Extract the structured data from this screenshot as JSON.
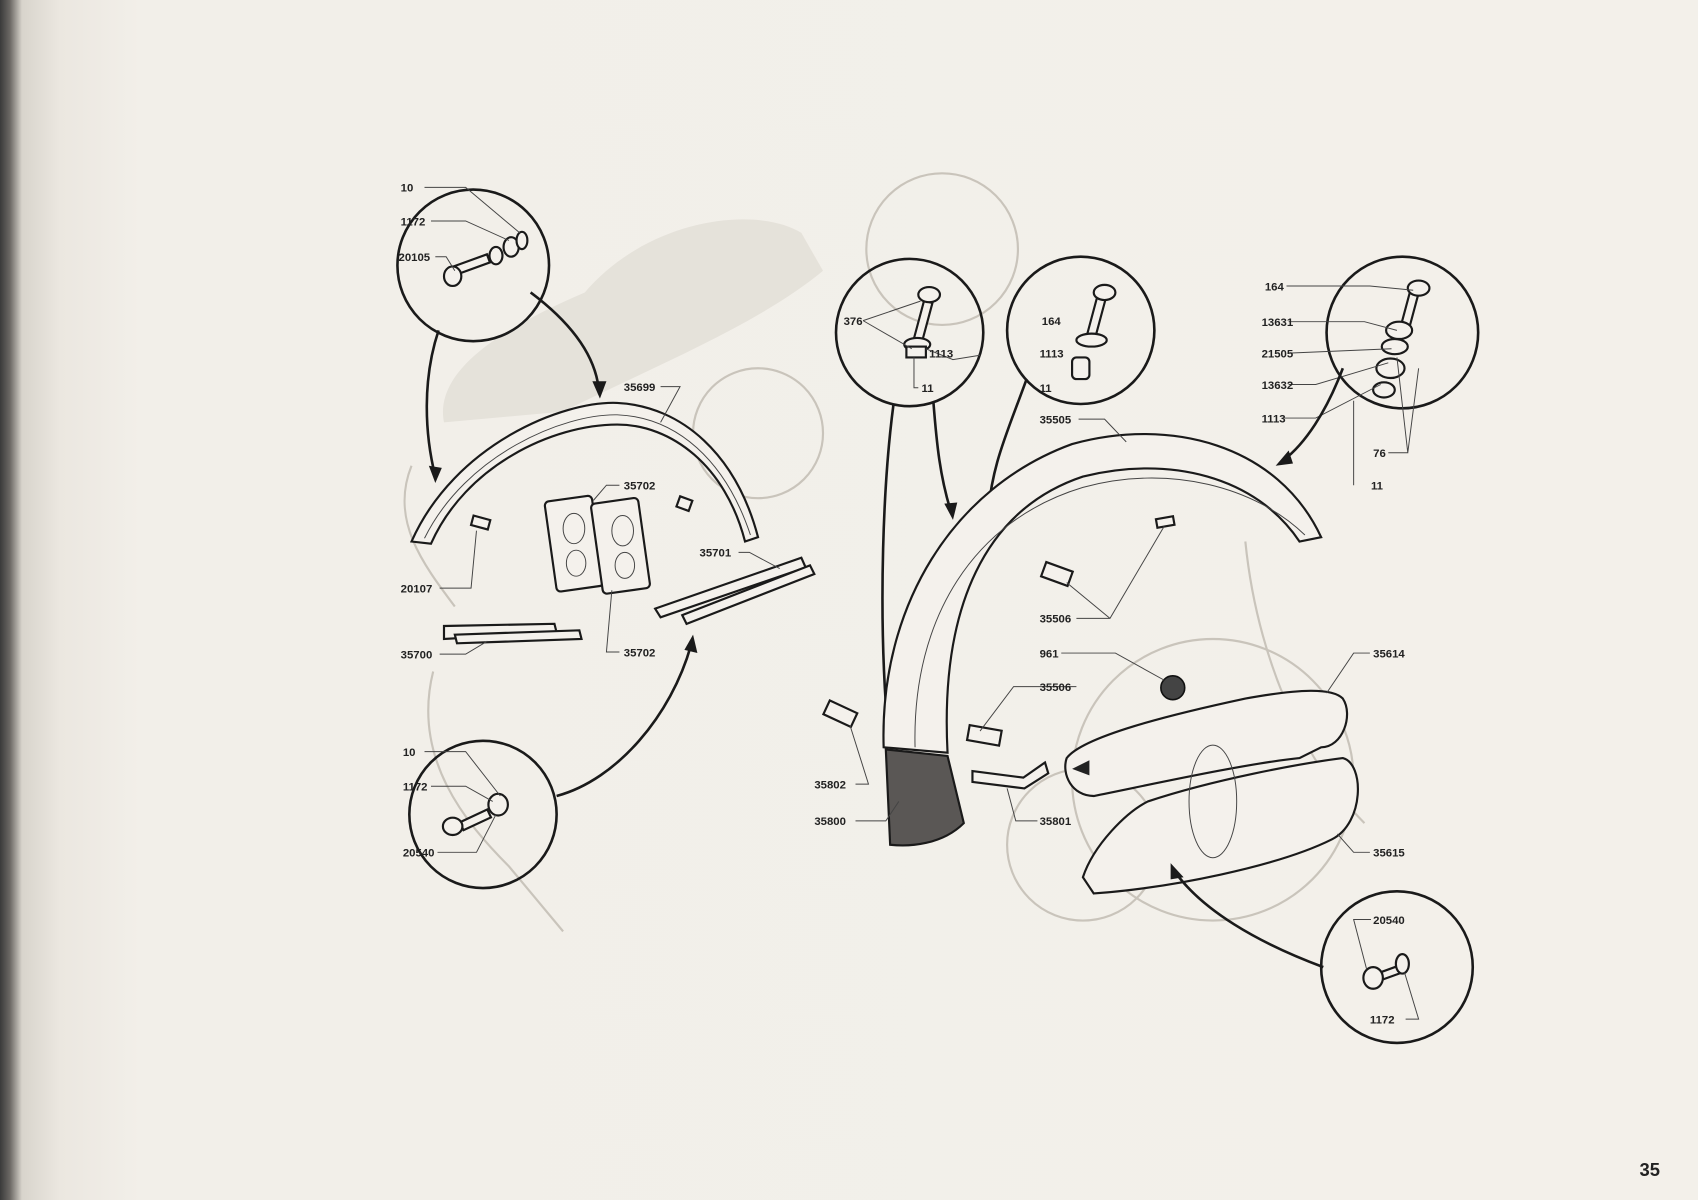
{
  "page_number": "35",
  "detail_top_left": {
    "c1": "10",
    "c2": "1172",
    "c3": "20105"
  },
  "rear_mudguard": {
    "fender": "35699",
    "plate_top": "35702",
    "plate_bottom": "35702",
    "stay_right": "35701",
    "clip": "20107",
    "stay_left": "35700"
  },
  "detail_bottom_left": {
    "c1": "10",
    "c2": "1172",
    "c3": "20540"
  },
  "detail_mid_1": {
    "c1": "376",
    "c2": "1113",
    "c3": "11"
  },
  "detail_mid_2": {
    "c1": "164",
    "c2": "1113",
    "c3": "11"
  },
  "detail_right": {
    "c1": "164",
    "c2": "13631",
    "c3": "21505",
    "c4": "13632",
    "c5": "1113",
    "c6": "76",
    "c7": "11"
  },
  "front_mudguard": {
    "fender": "35505",
    "clip_a": "35506",
    "badge": "961",
    "clip_b": "35506",
    "plate": "35802",
    "flap": "35800",
    "bracket": "35801"
  },
  "chain_guard": {
    "upper": "35614",
    "lower": "35615"
  },
  "detail_bottom_right": {
    "c1": "20540",
    "c2": "1172"
  }
}
